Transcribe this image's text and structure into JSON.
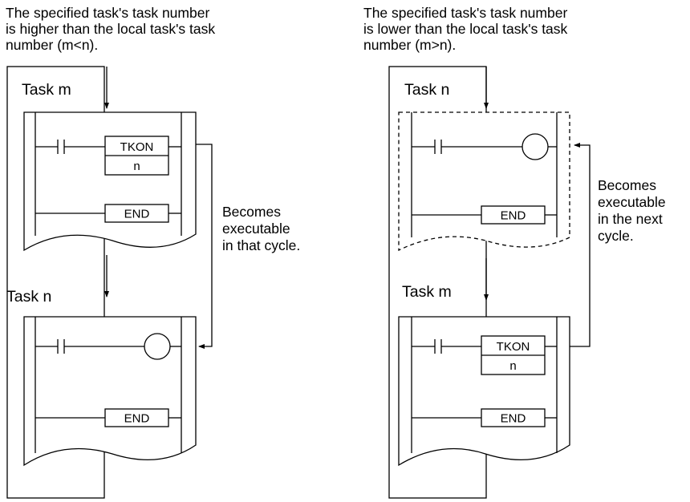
{
  "left": {
    "caption": [
      "The specified task's task number",
      "is higher than the local task's task",
      "number (m<n)."
    ],
    "top_task_label": "Task m",
    "bottom_task_label": "Task n",
    "instruction_label": "TKON",
    "operand_label": "n",
    "end_label": "END",
    "note": [
      "Becomes",
      "executable",
      "in that cycle."
    ]
  },
  "right": {
    "caption": [
      "The specified task's task number",
      "is lower than the local task's task",
      "number (m>n)."
    ],
    "top_task_label": "Task n",
    "bottom_task_label": "Task m",
    "instruction_label": "TKON",
    "operand_label": "n",
    "end_label": "END",
    "note": [
      "Becomes",
      "executable",
      "in the next",
      "cycle."
    ]
  }
}
